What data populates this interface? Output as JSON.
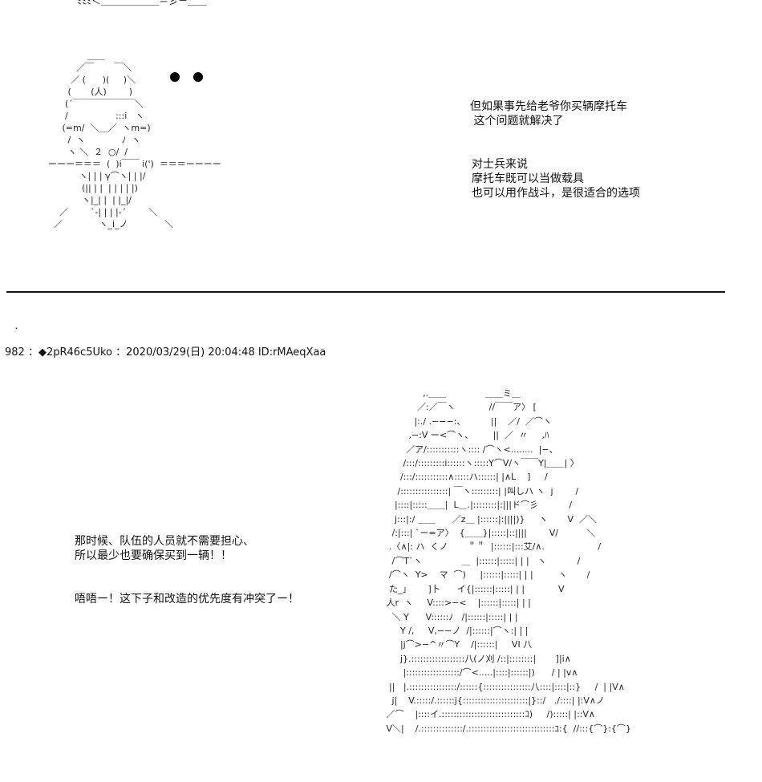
{
  "top_fragment": "ﾐﾐﾐ＜＿＿＿＿＿＿＝彡－＿＿´",
  "owl_art": {
    "lines": [
      "              ＿＿",
      "          ／￣　　 ￣＼",
      "        ／ (      )(     )＼",
      "       (       (人)        )",
      "      (´￣￣￣￣￣￣￣＼",
      "      /                 :::i   ヽ",
      "     (=m/  ＼＿／  ヽm=)",
      "       /  ヽ             ﾉ  ヽ",
      "       ヽ ＼  ２  ○/  /",
      "ーーー＝＝＝  (  )i￣￣ i(')  ＝＝＝ーーーー",
      "           ヽ| | | γ⌒ヽ| | |/",
      "            (|| | |  | | | | |)",
      "            ヽ|_| |  | |_|/",
      "    ／        `‐| | | |‐´        ＼",
      "  ／             ヽ_i_ノ             ＼"
    ]
  },
  "caption_top": {
    "line1": "但如果事先给老爷你买辆摩托车",
    "line2": " 这个问题就解决了",
    "line3": "对士兵来说",
    "line4": "摩托车既可以当做载具",
    "line5": "也可以用作战斗，是很适合的选项"
  },
  "separator_dot": "．",
  "post": {
    "header": "982 ：◆2pR46c5Uko ：2020/03/29(日) 20:04:48 ID:rMAeqXaa"
  },
  "caption_bottom": {
    "line1": "那时候、队伍的人员就不需要担心、",
    "line2": "所以最少也要确保买到一辆！！",
    "line3": "唔唔ー！这下子和改造的优先度有冲突了ー！"
  },
  "girl_art": {
    "lines": [
      "              ,.＿＿              ＿＿ミ＿",
      "            ／:／￣ヽ            //￣￣ア〉 [",
      "           |:./ .−−−:、         ||    ／/  ／⌒ヽ",
      "         ,−:V ー<⌒ヽ、       ||  ／  〃     ,ﾊ",
      "        ／ア/:::::::::::ヽ:::: /⌒ヽ<........  |−、",
      "       /:::/:::::::::i::::::ヽ:::::Y⌒V/ヽ￣￣Y|＿＿| 〉",
      "      /:::/:::::::::::∧:::::ハ::::::| |∧L    ]     /",
      "     /::::::::::::::::| ￣ヽ:::::::::| |叫しハ ヽ  j        /",
      "    |::::|:::::＿＿|  L＿.|::::::::|:|||ド⌒彡           /",
      "    j:::|:/ ＿＿      ／z＿ |::::::|:||||)}     ヽ       V  ／＼",
      "   /:|:::| `ー=ア〉  {＿＿}|:::::|::||||        V/          ＼",
      "  .〈∧|: ハ  くノ       ＂＂  |::::::|:::艾/∧.                   /",
      "   /⌒T`ヽ              ＿  |::::::|:::::| | |   ヽ           /",
      "  /⌒ヽ  Y>    マ  ⌒)     |::::::|:::::| | |         ヽ       /",
      "  た_」      ]卜      イ{|::::::|:::::| | |            V",
      " 人r  ヽ     V::::>−<    |::::::|:::::| | |",
      "   ＼ Y      V::::::ﾉ   /|::::::|:::::| | |",
      "      Y /,     V,−−ノ  /|::::::|⌒ヽ:| | |",
      "      |j⌒>−^〃⌒Y    /|::::::|     VI 八",
      "      j}.::::::::::::::::::八(ノ刈 /::|::::::::|       ]|i∧",
      "       |::::::::::::::::::/⌒<.....|::::|::::::|)      / | |v∧",
      "  ||   |.::::::::::::::::/::::::{::::::::::::::::八::::|::::|::}     /  | |V∧",
      "   j|    V.:::::/.::::::j{::::::::::::::::::::::|}::/   ./::::| |:V∧ノ",
      " ／⌒    |::::イ.::::::::::::::::::::::::::::ｺ)     /):::::| |::V∧",
      " V＼|    /.::::::::::::::/.:::::::::::::::::::::::::::::ﾕ:{  //:::{⌒}:{⌒}"
    ]
  }
}
